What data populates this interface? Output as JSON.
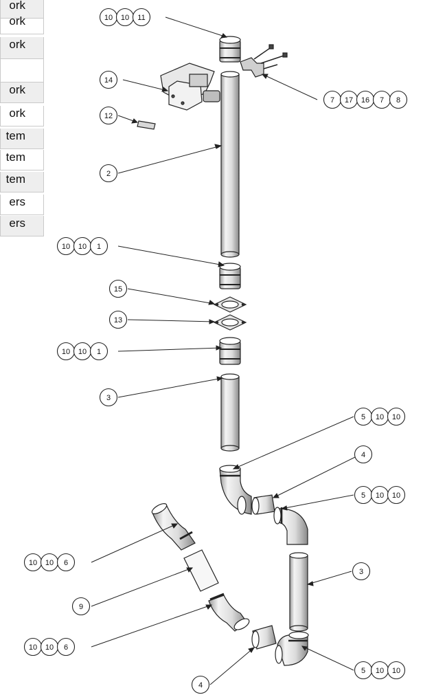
{
  "table": {
    "rows": [
      "ork",
      "ork",
      "ork",
      "",
      "ork",
      "ork",
      "tem",
      "tem",
      "tem",
      "ers",
      "ers"
    ]
  },
  "callouts": [
    {
      "name": "callout-10-10-11",
      "labels": [
        "10",
        "10",
        "11"
      ]
    },
    {
      "name": "callout-14",
      "labels": [
        "14"
      ]
    },
    {
      "name": "callout-12",
      "labels": [
        "12"
      ]
    },
    {
      "name": "callout-7-17-16-7-8",
      "labels": [
        "7",
        "17",
        "16",
        "7",
        "8"
      ]
    },
    {
      "name": "callout-2",
      "labels": [
        "2"
      ]
    },
    {
      "name": "callout-10-10-1-top",
      "labels": [
        "10",
        "10",
        "1"
      ]
    },
    {
      "name": "callout-15",
      "labels": [
        "15"
      ]
    },
    {
      "name": "callout-13",
      "labels": [
        "13"
      ]
    },
    {
      "name": "callout-10-10-1-bottom",
      "labels": [
        "10",
        "10",
        "1"
      ]
    },
    {
      "name": "callout-3-upper",
      "labels": [
        "3"
      ]
    },
    {
      "name": "callout-5-10-10-upper",
      "labels": [
        "5",
        "10",
        "10"
      ]
    },
    {
      "name": "callout-4-upper",
      "labels": [
        "4"
      ]
    },
    {
      "name": "callout-5-10-10-middle",
      "labels": [
        "5",
        "10",
        "10"
      ]
    },
    {
      "name": "callout-10-10-6-upper",
      "labels": [
        "10",
        "10",
        "6"
      ]
    },
    {
      "name": "callout-3-lower",
      "labels": [
        "3"
      ]
    },
    {
      "name": "callout-9",
      "labels": [
        "9"
      ]
    },
    {
      "name": "callout-10-10-6-lower",
      "labels": [
        "10",
        "10",
        "6"
      ]
    },
    {
      "name": "callout-5-10-10-lower",
      "labels": [
        "5",
        "10",
        "10"
      ]
    },
    {
      "name": "callout-4-lower",
      "labels": [
        "4"
      ]
    }
  ]
}
